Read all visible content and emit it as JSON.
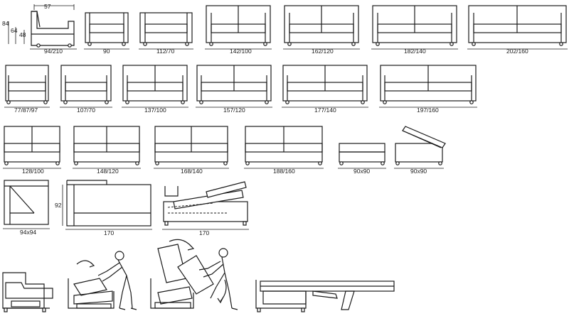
{
  "colors": {
    "line": "#1a1a1a",
    "background": "#ffffff"
  },
  "dims": {
    "height_total": "84",
    "height_arm": "64",
    "height_seat": "48",
    "depth": "57"
  },
  "row1": [
    {
      "kind": "armchair_side",
      "label": "94/210"
    },
    {
      "kind": "sofa",
      "seats": 1,
      "label": "90"
    },
    {
      "kind": "sofa",
      "seats": 1,
      "label": "112/70"
    },
    {
      "kind": "sofa",
      "seats": 2,
      "label": "142/100"
    },
    {
      "kind": "sofa",
      "seats": 2,
      "label": "162/120"
    },
    {
      "kind": "sofa",
      "seats": 2,
      "label": "182/140"
    },
    {
      "kind": "sofa",
      "seats": 2,
      "label": "202/160"
    }
  ],
  "row2": [
    {
      "seats": 1,
      "label": "77/87/97"
    },
    {
      "seats": 1,
      "label": "107/70"
    },
    {
      "seats": 2,
      "label": "137/100"
    },
    {
      "seats": 2,
      "label": "157/120"
    },
    {
      "seats": 2,
      "label": "177/140"
    },
    {
      "seats": 2,
      "label": "197/160"
    }
  ],
  "row3": [
    {
      "seats": 2,
      "label": "128/100"
    },
    {
      "seats": 2,
      "label": "148/120"
    },
    {
      "seats": 2,
      "label": "168/140"
    },
    {
      "seats": 2,
      "label": "188/160"
    },
    {
      "kind": "pouf",
      "label": "90x90"
    },
    {
      "kind": "pouf_open",
      "label": "90x90"
    }
  ],
  "row4": [
    {
      "kind": "corner",
      "label": "94x94"
    },
    {
      "kind": "chaise",
      "label": "170",
      "depth_label": "92"
    },
    {
      "kind": "chaise_open",
      "label": "170"
    }
  ],
  "row5": [
    "step-1",
    "step-2",
    "step-3",
    "step-4"
  ]
}
